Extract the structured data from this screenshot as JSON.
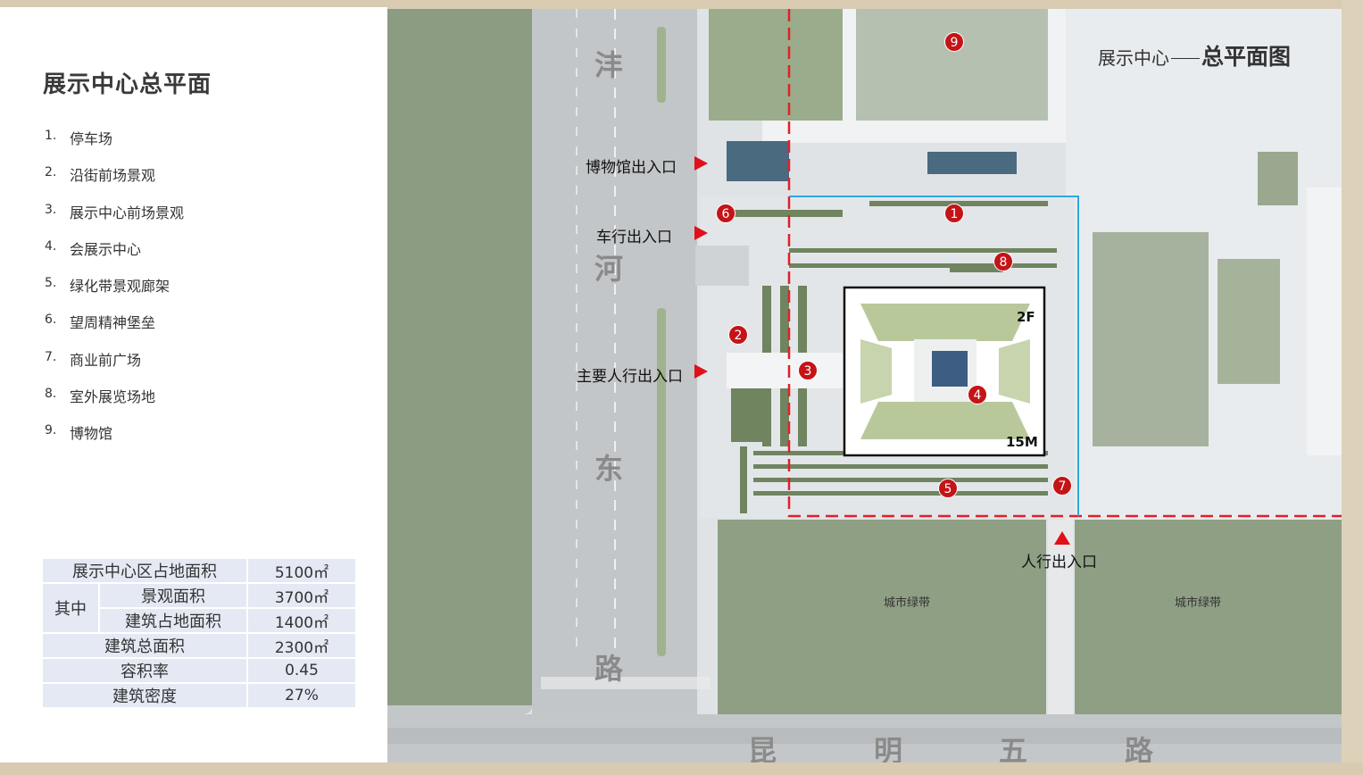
{
  "page": {
    "title": "展示中心总平面",
    "legend": [
      {
        "num": "1.",
        "label": "停车场"
      },
      {
        "num": "2.",
        "label": "沿街前场景观"
      },
      {
        "num": "3.",
        "label": "展示中心前场景观"
      },
      {
        "num": "4.",
        "label": "会展示中心"
      },
      {
        "num": "5.",
        "label": "绿化带景观廊架"
      },
      {
        "num": "6.",
        "label": "望周精神堡垒"
      },
      {
        "num": "7.",
        "label": "商业前广场"
      },
      {
        "num": "8.",
        "label": "室外展览场地"
      },
      {
        "num": "9.",
        "label": "博物馆"
      }
    ]
  },
  "stats": {
    "total_label": "展示中心区占地面积",
    "total_value": "5100㎡",
    "group_label": "其中",
    "landscape_label": "景观面积",
    "landscape_value": "3700㎡",
    "footprint_label": "建筑占地面积",
    "footprint_value": "1400㎡",
    "gfa_label": "建筑总面积",
    "gfa_value": "2300㎡",
    "far_label": "容积率",
    "far_value": "0.45",
    "density_label": "建筑密度",
    "density_value": "27%"
  },
  "plan": {
    "title_main": "展示中心",
    "title_bold": "总平面图",
    "road_west": [
      "沣",
      "河",
      "东",
      "路"
    ],
    "road_south": [
      "昆",
      "明",
      "五",
      "路"
    ],
    "entrances": {
      "museum": "博物馆出入口",
      "vehicle": "车行出入口",
      "main_pedestrian": "主要人行出入口",
      "pedestrian": "人行出入口"
    },
    "green_belt_left": "城市绿带",
    "green_belt_right": "城市绿带",
    "floor_label": "2F",
    "height_label": "15M",
    "markers": [
      "1",
      "2",
      "3",
      "4",
      "5",
      "6",
      "7",
      "8",
      "9"
    ],
    "colors": {
      "marker": "#c41418",
      "boundary_red": "#e0202a",
      "boundary_blue": "#2ea8e0"
    }
  }
}
